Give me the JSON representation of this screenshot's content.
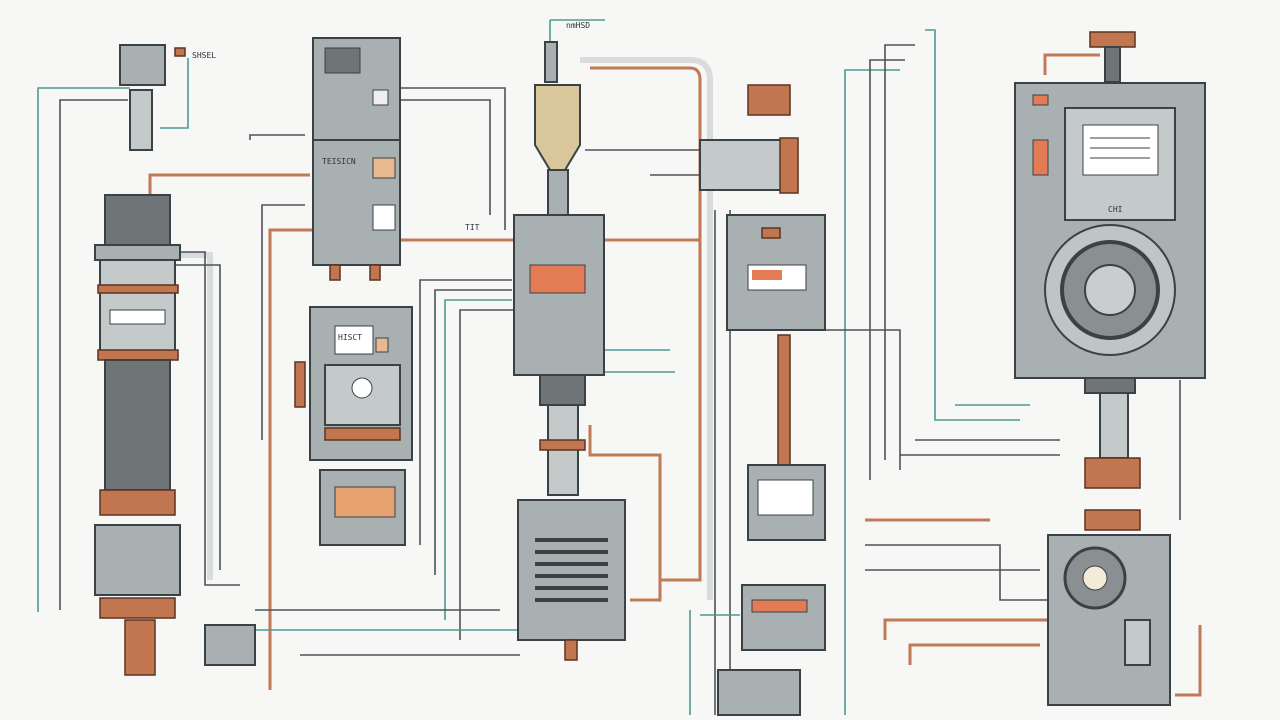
{
  "illustration": {
    "labels": {
      "panel_a": "TEISICN",
      "top_tag": "nmHSD",
      "left_tag": "SHSEL",
      "center_tag": "TIT",
      "panel_b": "HISCT",
      "right_tag": "CHI"
    },
    "colors": {
      "steel": "#a9b0b2",
      "copper": "#c27650",
      "teal": "#4e9a92",
      "outline": "#3a4246",
      "background": "#f7f7f6"
    }
  }
}
